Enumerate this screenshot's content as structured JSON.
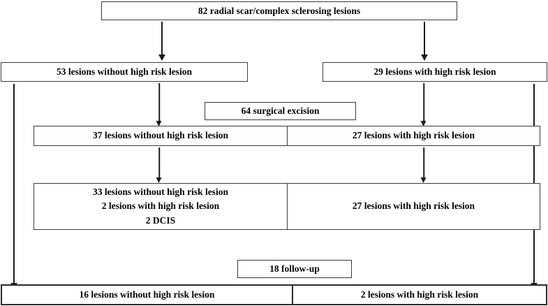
{
  "diagram": {
    "title_box": {
      "label": "82 radial scar/complex sclerosing lesions"
    },
    "row_cohorts": {
      "left": "53 lesions without high risk lesion",
      "right": "29 lesions with high risk lesion"
    },
    "surgical_excision": {
      "label": "64 surgical excision"
    },
    "excision_split": {
      "left": "37 lesions without high risk lesion",
      "right": "27 lesions with high risk lesion"
    },
    "outcome_split": {
      "left_line1": "33 lesions without high risk lesion",
      "left_line2": "2 lesions with high risk lesion",
      "left_line3": "2 DCIS",
      "right": "27 lesions with high risk lesion"
    },
    "follow_up": {
      "label": "18 follow-up"
    },
    "follow_up_split": {
      "left": "16 lesions without high risk lesion",
      "right": "2 lesions with high risk lesion"
    },
    "icons": {
      "arrow_down": "arrow-down-icon"
    },
    "colors": {
      "border": "#3a3a3a",
      "border_thick": "#2b2b2b",
      "arrow": "#1a1a1a",
      "text": "#000000",
      "background": "#ffffff"
    }
  }
}
